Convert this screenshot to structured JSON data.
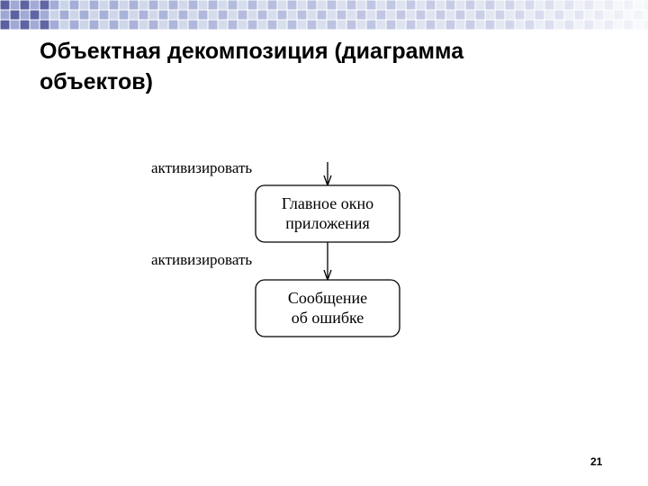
{
  "slide": {
    "title_line1": "Объектная декомпозиция (диаграмма",
    "title_line2": "объектов)",
    "page_number": "21"
  },
  "diagram": {
    "objects": [
      {
        "line1": "Главное окно",
        "line2": "приложения"
      },
      {
        "line1": "Сообщение",
        "line2": "об ошибке"
      }
    ],
    "messages": [
      {
        "label": "активизировать"
      },
      {
        "label": "активизировать"
      }
    ]
  },
  "colors": {
    "band_light": "#c9d2e6",
    "band_mid": "#9ea8d4",
    "band_dark": "#5a5fa0",
    "ink": "#000000"
  }
}
